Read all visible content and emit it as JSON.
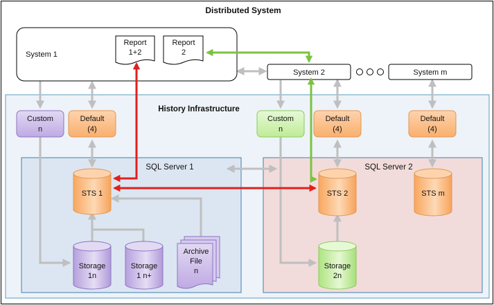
{
  "title": "Distributed System",
  "history_infrastructure": "History Infrastructure",
  "sql_server_1": "SQL Server 1",
  "sql_server_2": "SQL Server 2",
  "system_1": "System 1",
  "system_2": "System 2",
  "system_m": "System m",
  "report_1_2": [
    "Report",
    "1+2"
  ],
  "report_2": [
    "Report",
    "2"
  ],
  "custom_1": [
    "Custom",
    "n"
  ],
  "default_1": [
    "Default",
    "(4)"
  ],
  "custom_2": [
    "Custom",
    "n"
  ],
  "default_2": [
    "Default",
    "(4)"
  ],
  "default_m": [
    "Default",
    "(4)"
  ],
  "sts_1": "STS 1",
  "sts_2": "STS 2",
  "sts_m": "STS m",
  "storage_1n": [
    "Storage",
    "1n"
  ],
  "storage_1nplus": [
    "Storage",
    "1 n+"
  ],
  "storage_2n": [
    "Storage",
    "2n"
  ],
  "archive_file": [
    "Archive",
    "File",
    "n"
  ],
  "colors": {
    "gray_arrow": "#bfbfbf",
    "red_arrow": "#e0201c",
    "green_arrow": "#7cc242",
    "history_bg": "#edf3f9",
    "sql1_bg": "#dce6f2",
    "sql2_bg": "#f2dcdb",
    "orange": "#fbc08a",
    "purple": "#c9b7e6",
    "green": "#c9f0a6"
  }
}
